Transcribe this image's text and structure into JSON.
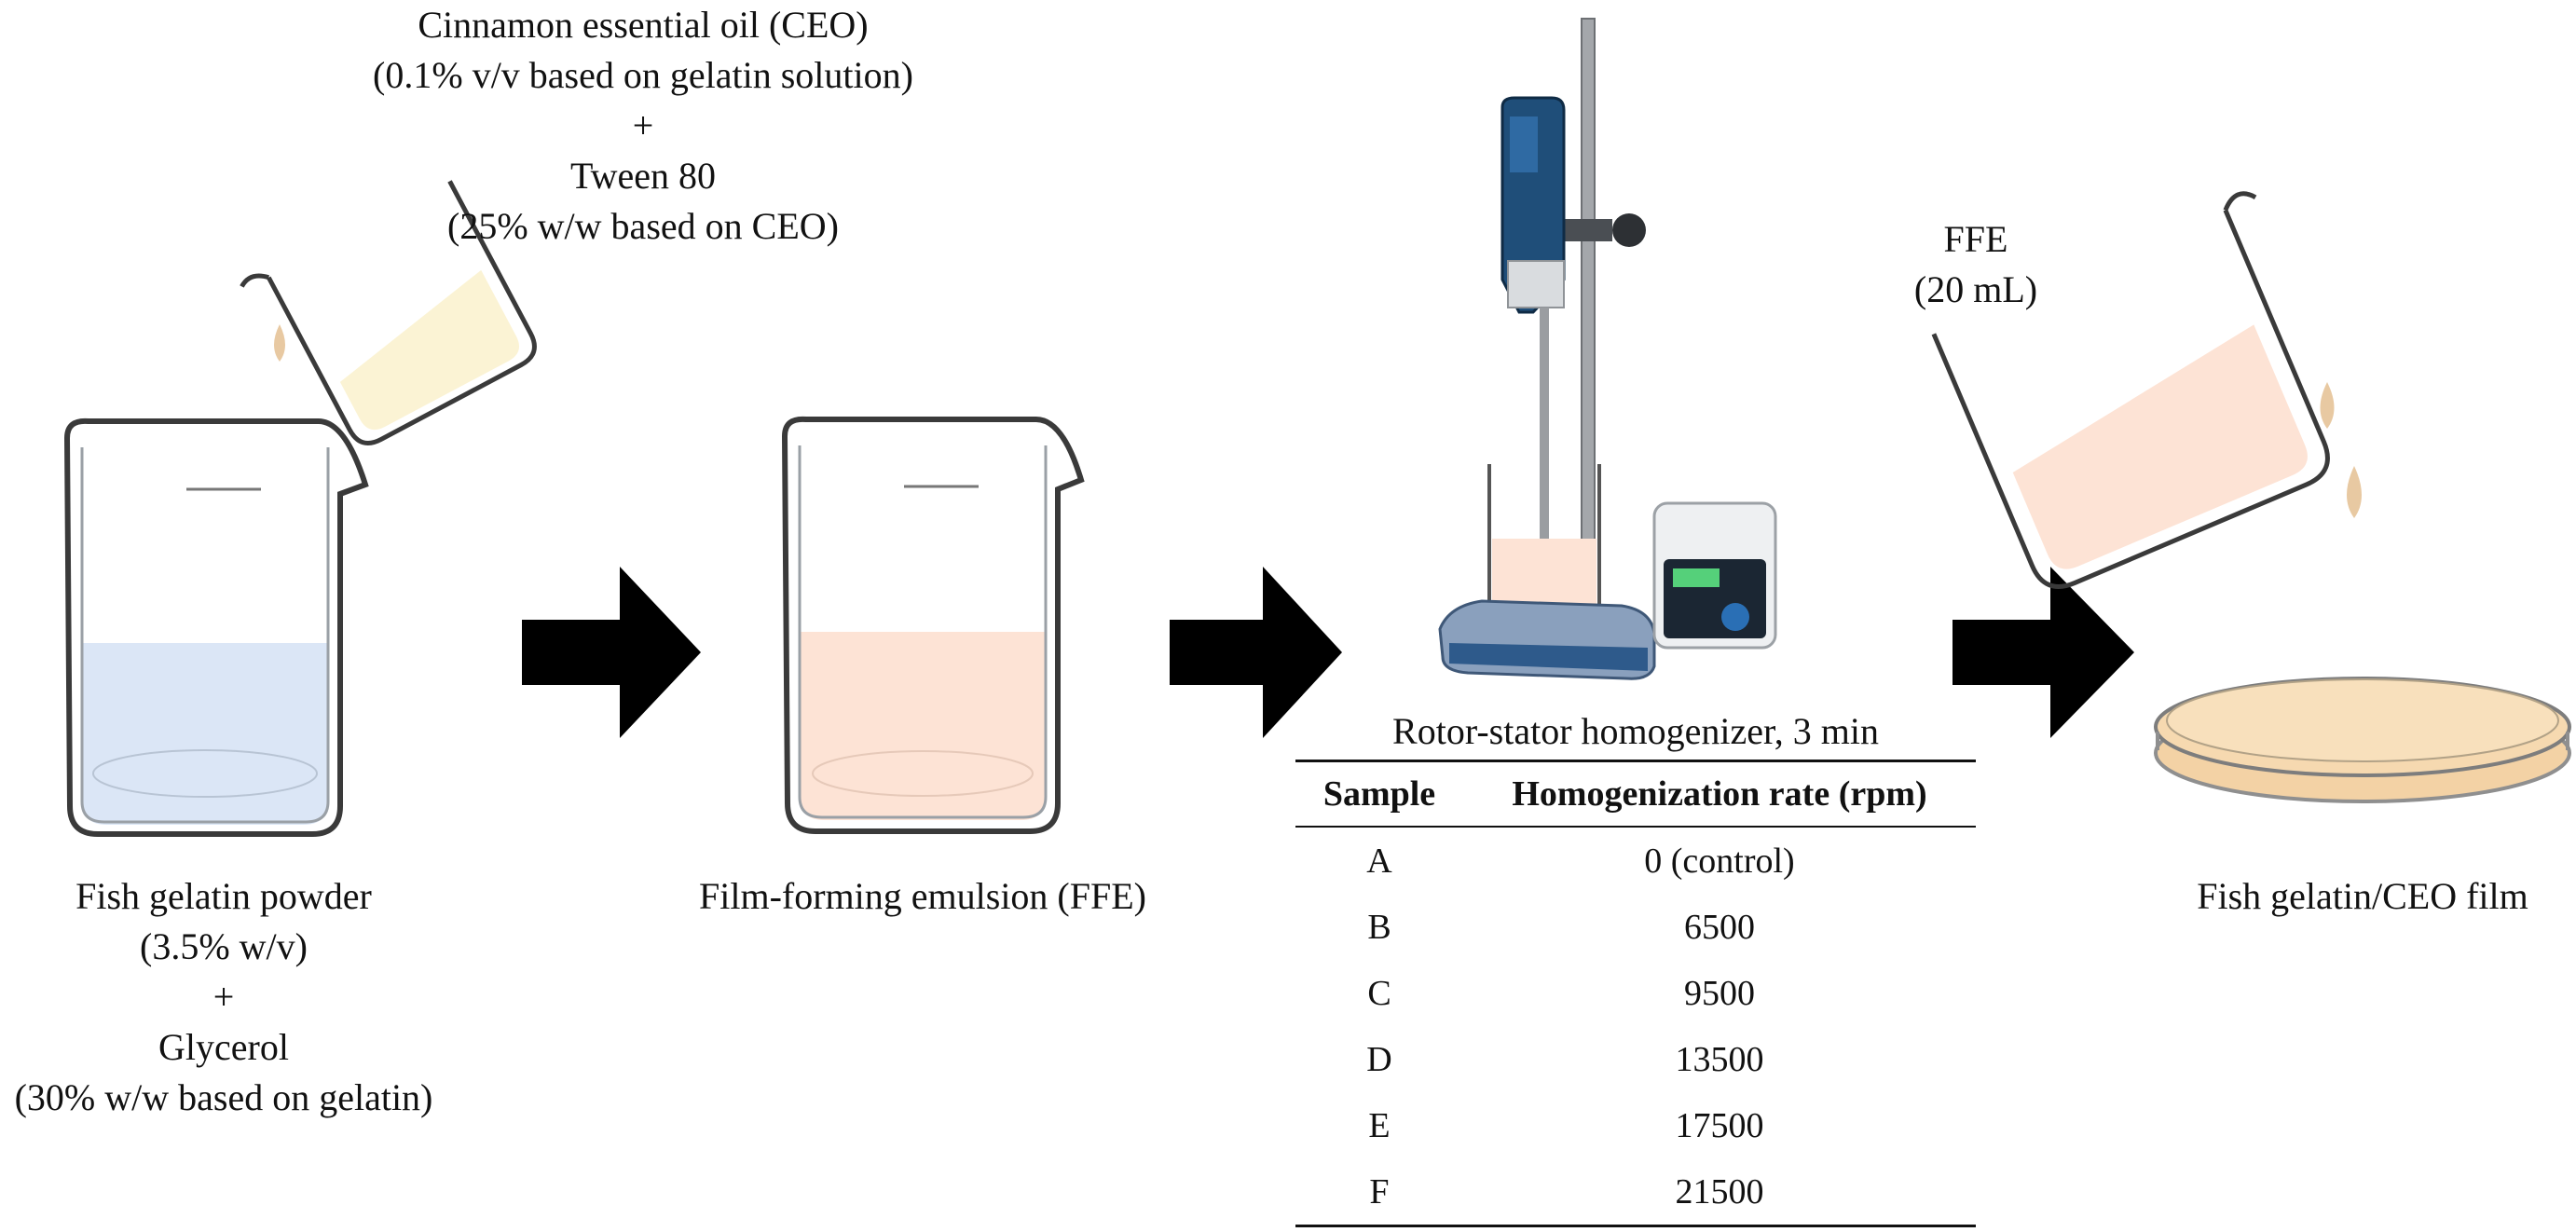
{
  "top_caption": {
    "line1": "Cinnamon essential oil (CEO)",
    "line2": "(0.1% v/v based on gelatin solution)",
    "line3": "+",
    "line4": "Tween 80",
    "line5": "(25% w/w based on CEO)"
  },
  "step1_caption": {
    "line1": "Fish gelatin powder",
    "line2": "(3.5% w/v)",
    "line3": "+",
    "line4": "Glycerol",
    "line5": "(30% w/w based on gelatin)"
  },
  "step2_caption": "Film-forming emulsion (FFE)",
  "step3_caption": "Rotor-stator homogenizer, 3 min",
  "ffe_label": {
    "line1": "FFE",
    "line2": "(20 mL)"
  },
  "step4_caption": "Fish gelatin/CEO film",
  "table": {
    "headers": [
      "Sample",
      "Homogenization rate (rpm)"
    ],
    "rows": [
      [
        "A",
        "0 (control)"
      ],
      [
        "B",
        "6500"
      ],
      [
        "C",
        "9500"
      ],
      [
        "D",
        "13500"
      ],
      [
        "E",
        "17500"
      ],
      [
        "F",
        "21500"
      ]
    ]
  },
  "colors": {
    "gelatin_solution": "#dbe6f6",
    "ceo_oil": "#fbf3d4",
    "emulsion": "#fde3d5",
    "film": "#f6d9b0",
    "arrow": "#000000"
  }
}
